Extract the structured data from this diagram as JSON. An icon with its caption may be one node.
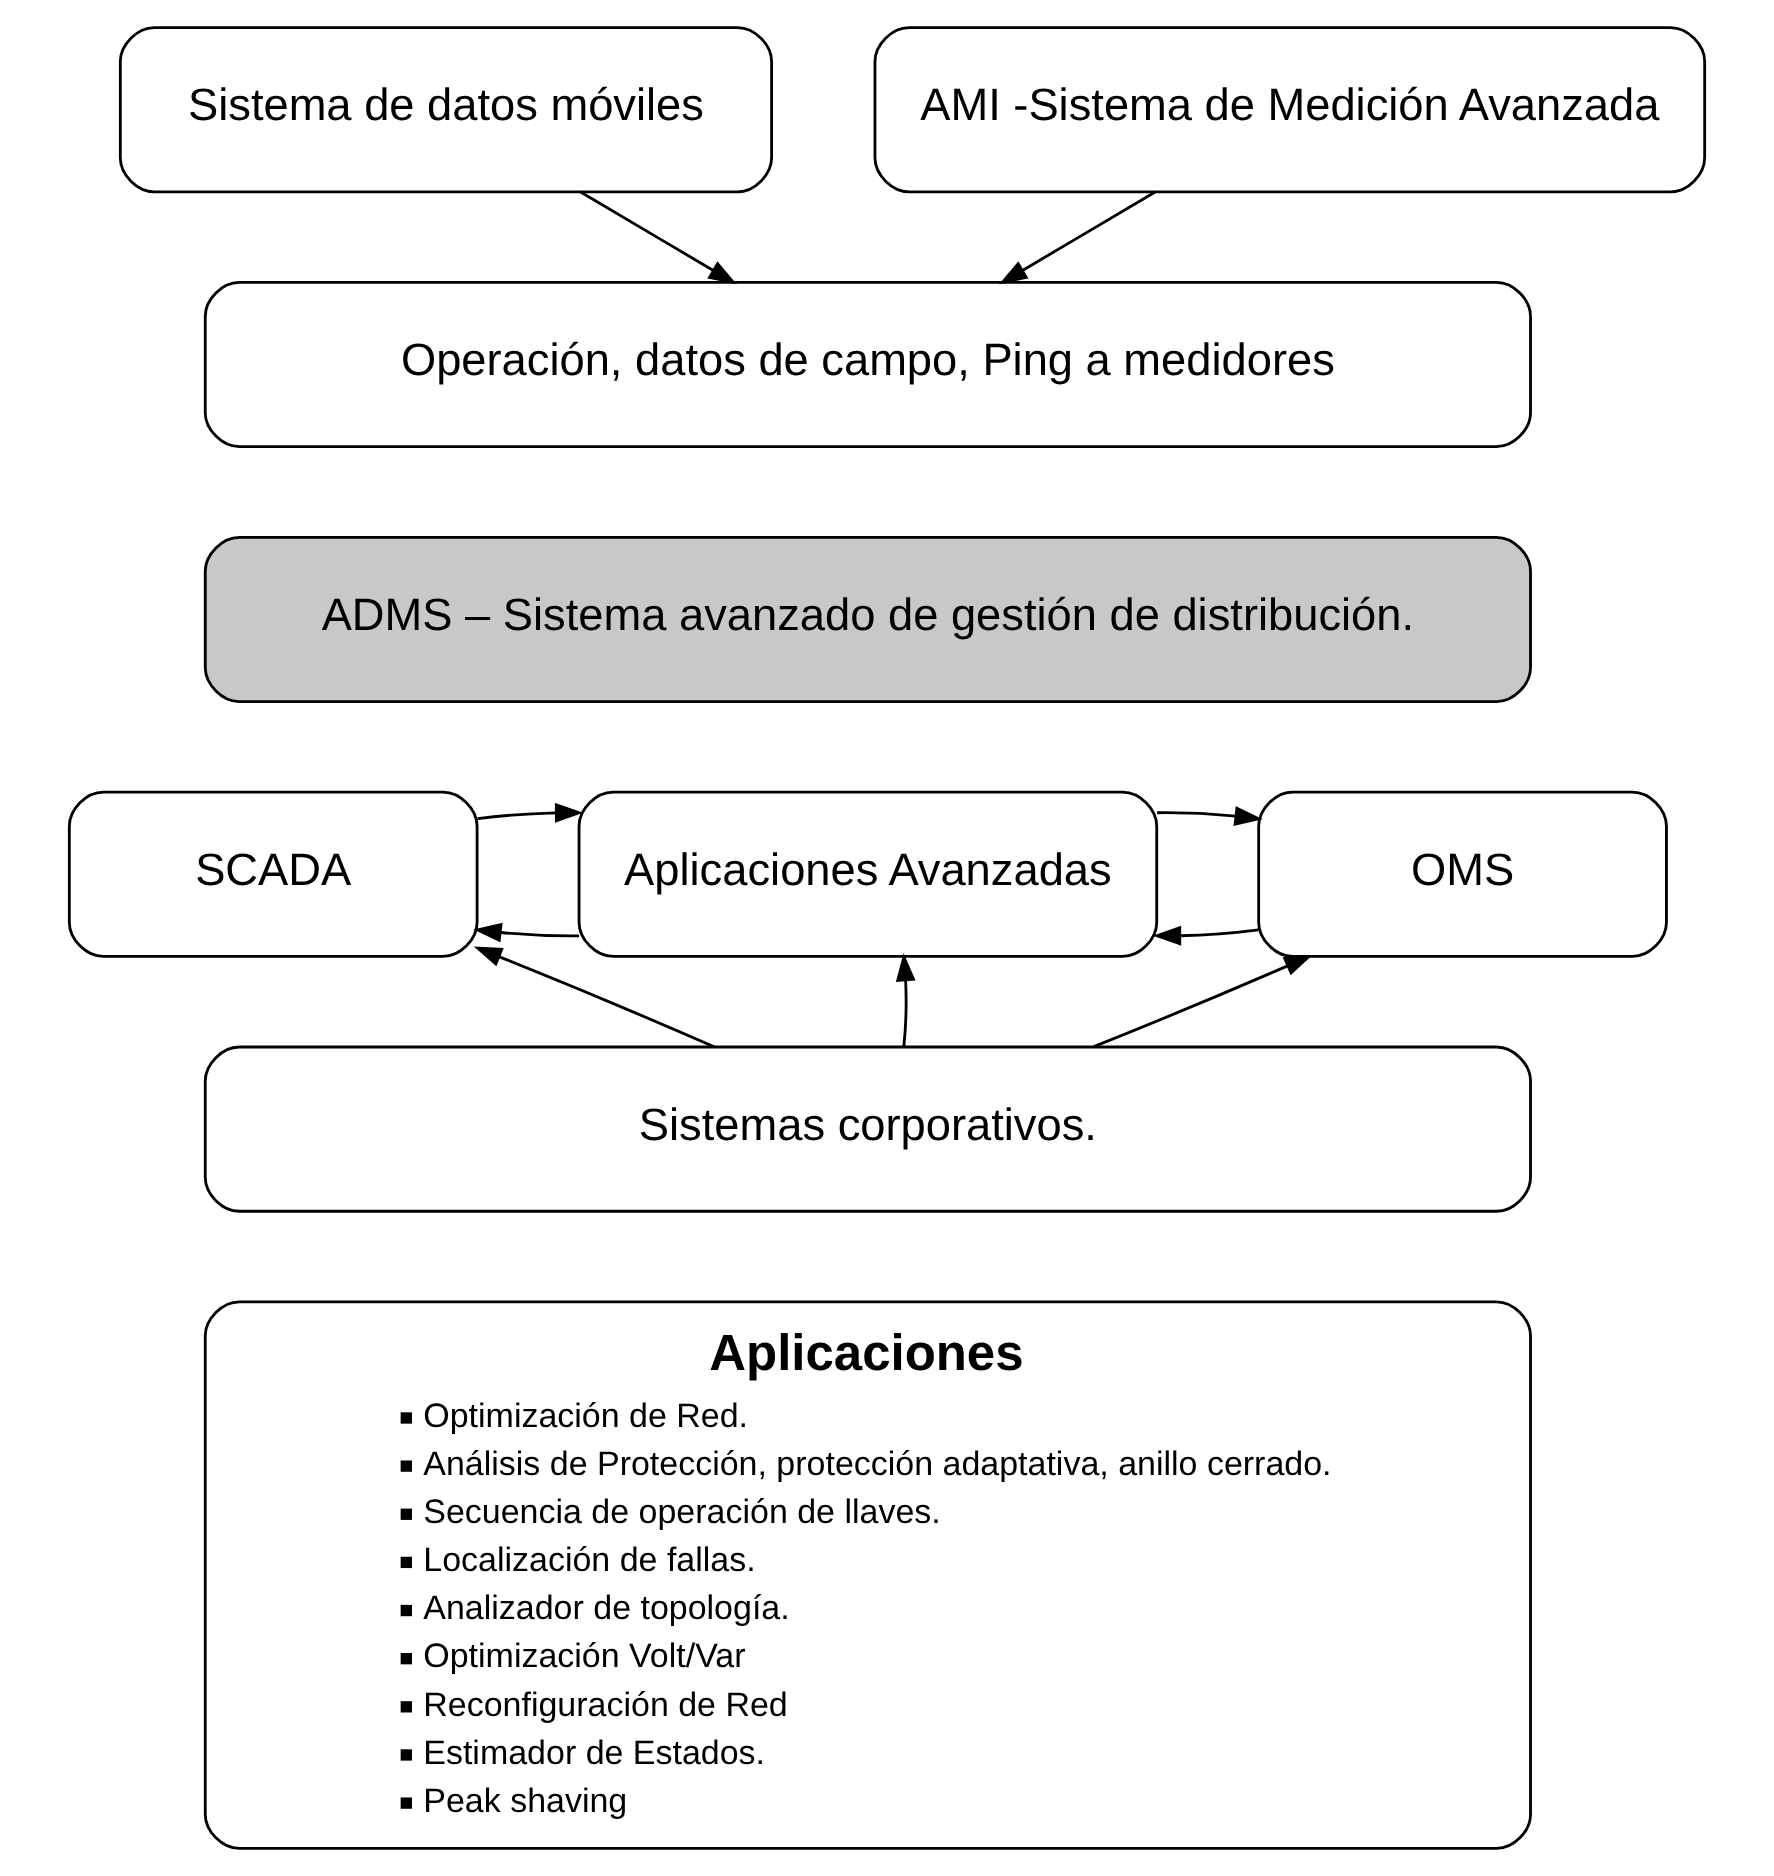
{
  "diagram": {
    "nodes": [
      {
        "text": [
          "Sistema de datos móviles"
        ]
      },
      {
        "text": [
          "AMI -Sistema de Medición Avanzada"
        ]
      },
      {
        "text": [
          "Operación, datos de campo, Ping a medidores"
        ]
      },
      {
        "text": [
          "ADMS – Sistema avanzado de gestión de distribución."
        ]
      },
      {
        "text": [
          "SCADA"
        ]
      },
      {
        "text": [
          "Aplicaciones Avanzadas"
        ]
      },
      {
        "text": [
          "OMS"
        ]
      },
      {
        "text": [
          "Sistemas corporativos."
        ]
      },
      {
        "text": [
          "Aplicaciones",
          "Optimización de Red.",
          "Análisis de Protección, protección adaptativa, anillo cerrado.",
          "Secuencia de operación de llaves.",
          "Localización de fallas.",
          "Analizador de topología.",
          "Optimización Volt/Var",
          "Reconfiguración de Red",
          "Estimador de Estados.",
          "Peak shaving"
        ]
      }
    ],
    "edges": [
      {
        "from": 0,
        "to": 2,
        "arrow": "to"
      },
      {
        "from": 1,
        "to": 2,
        "arrow": "to"
      },
      {
        "from": 5,
        "to": 4,
        "arrow": "to"
      },
      {
        "from": 4,
        "to": 5,
        "arrow": "to"
      },
      {
        "from": 6,
        "to": 5,
        "arrow": "to"
      },
      {
        "from": 5,
        "to": 6,
        "arrow": "to"
      },
      {
        "from": 7,
        "to": 4,
        "arrow": "to"
      },
      {
        "from": 7,
        "to": 5,
        "arrow": "to"
      },
      {
        "from": 7,
        "to": 6,
        "arrow": "to"
      }
    ]
  }
}
